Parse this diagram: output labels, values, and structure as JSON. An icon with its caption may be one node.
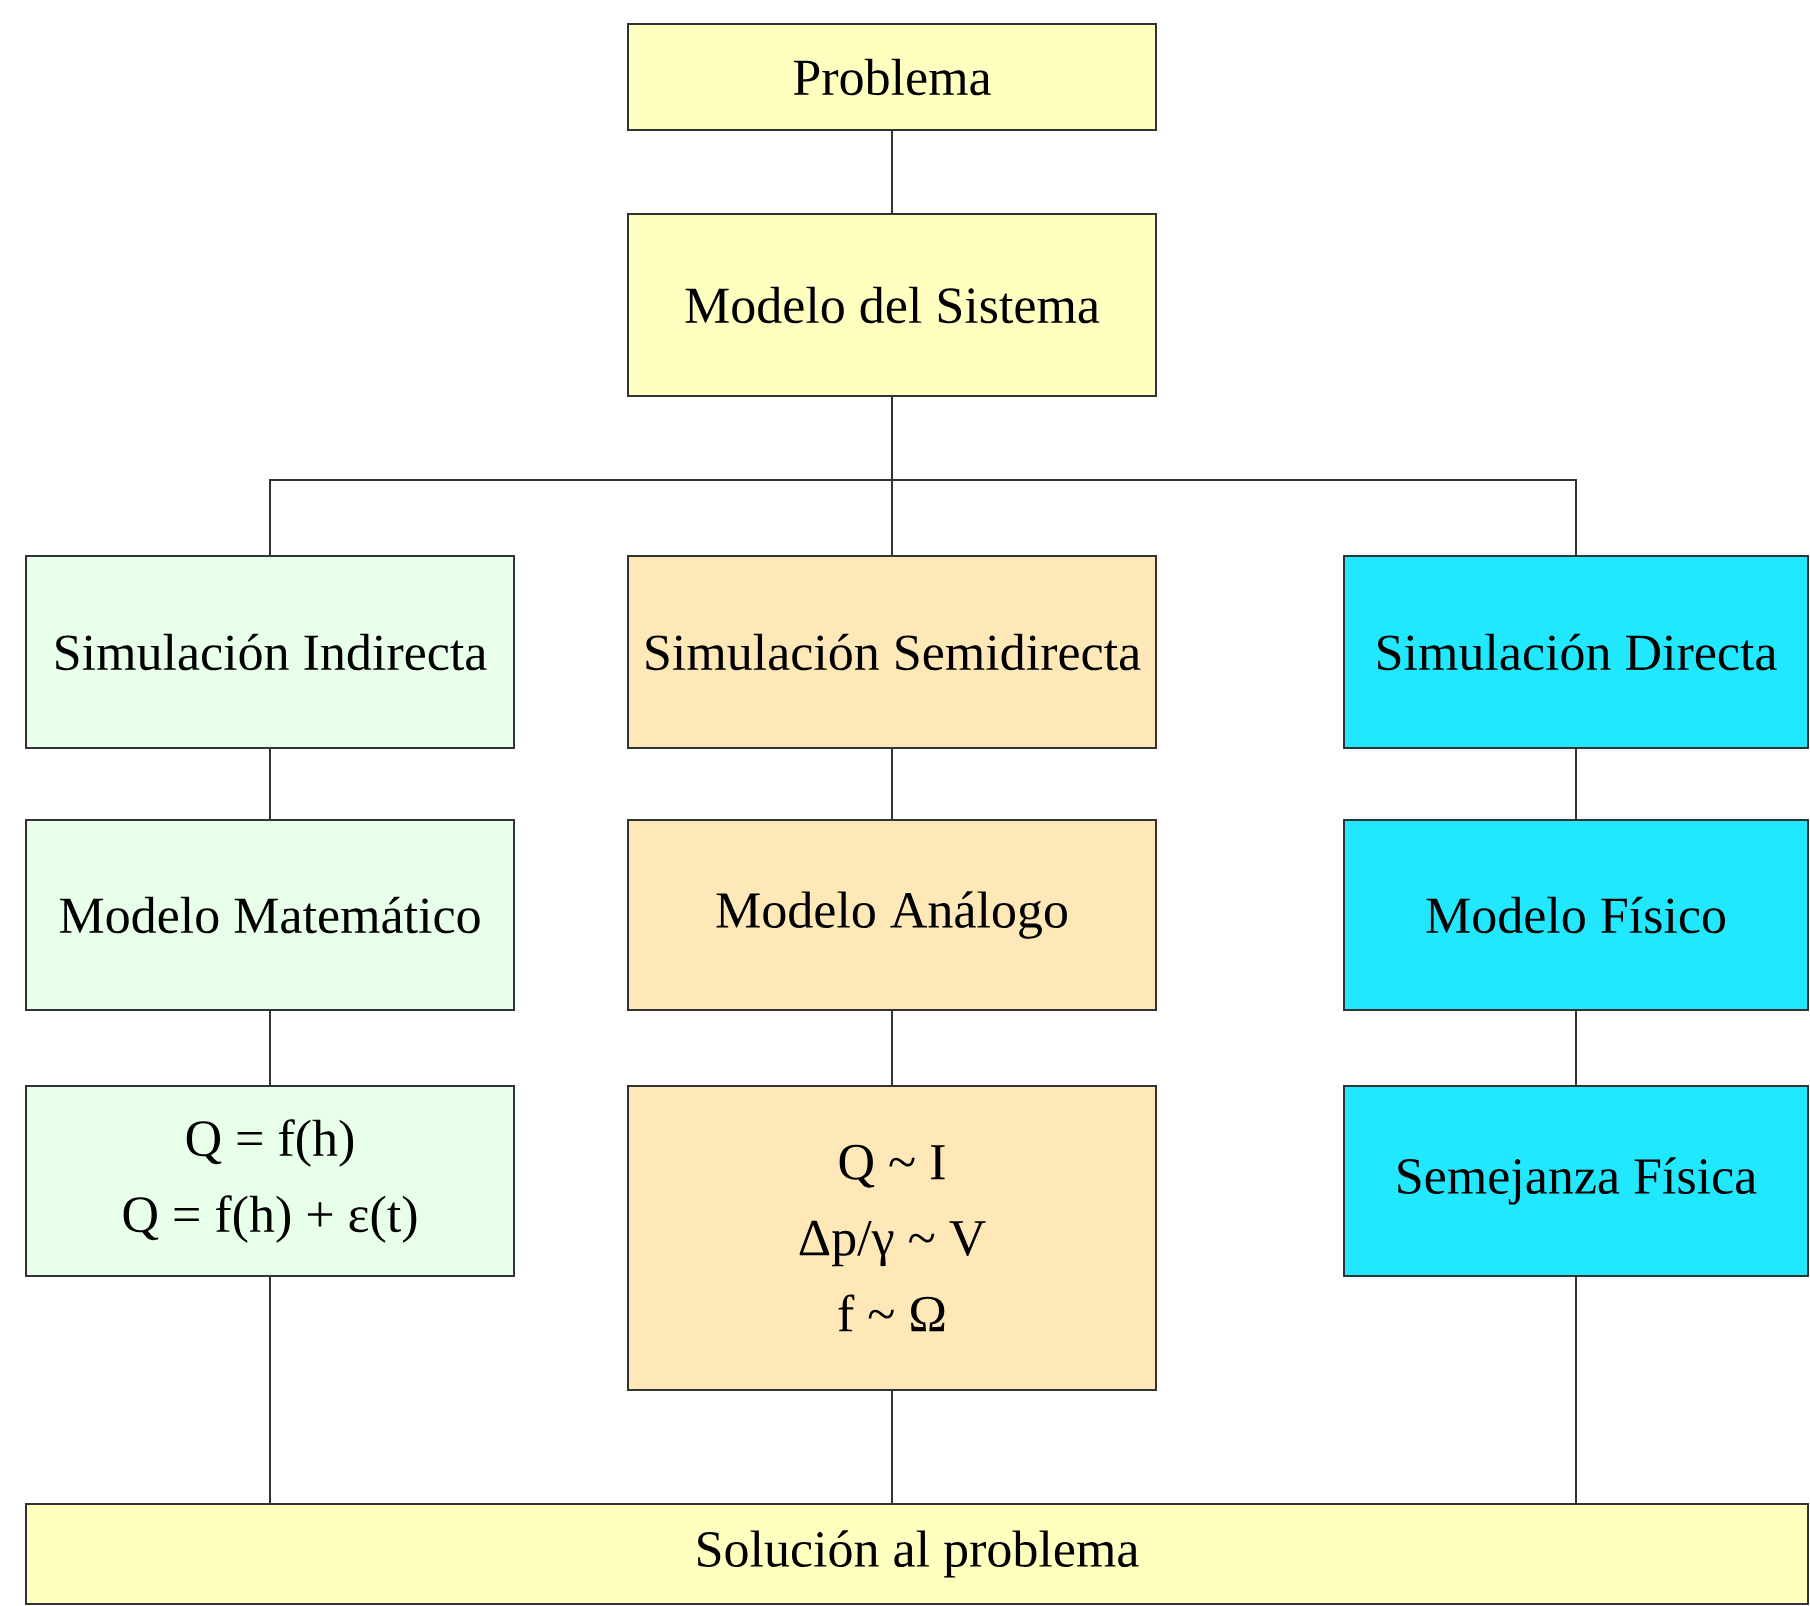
{
  "diagram": {
    "nodes": [
      {
        "text": [
          "Problema"
        ]
      },
      {
        "text": [
          "Modelo del Sistema"
        ]
      },
      {
        "text": [
          "Simulación Indirecta"
        ]
      },
      {
        "text": [
          "Simulación Semidirecta"
        ]
      },
      {
        "text": [
          "Simulación Directa"
        ]
      },
      {
        "text": [
          "Modelo Matemático"
        ]
      },
      {
        "text": [
          "Modelo Análogo"
        ]
      },
      {
        "text": [
          "Modelo Físico"
        ]
      },
      {
        "text": [
          "Q = f(h)",
          "Q = f(h) + ε(t)"
        ]
      },
      {
        "text": [
          "Q ~ I",
          "Δp/γ ~ V",
          "f ~ Ω"
        ]
      },
      {
        "text": [
          "Semejanza Física"
        ]
      },
      {
        "text": [
          "Solución al problema"
        ]
      }
    ],
    "edges": [
      {
        "from": 0,
        "to": 1,
        "arrow": "none"
      },
      {
        "from": 1,
        "to": 2,
        "arrow": "none"
      },
      {
        "from": 1,
        "to": 3,
        "arrow": "none"
      },
      {
        "from": 1,
        "to": 4,
        "arrow": "none"
      },
      {
        "from": 2,
        "to": 5,
        "arrow": "none"
      },
      {
        "from": 3,
        "to": 6,
        "arrow": "none"
      },
      {
        "from": 4,
        "to": 7,
        "arrow": "none"
      },
      {
        "from": 5,
        "to": 8,
        "arrow": "none"
      },
      {
        "from": 6,
        "to": 9,
        "arrow": "none"
      },
      {
        "from": 7,
        "to": 10,
        "arrow": "none"
      },
      {
        "from": 8,
        "to": 11,
        "arrow": "none"
      },
      {
        "from": 9,
        "to": 11,
        "arrow": "none"
      },
      {
        "from": 10,
        "to": 11,
        "arrow": "none"
      }
    ]
  }
}
